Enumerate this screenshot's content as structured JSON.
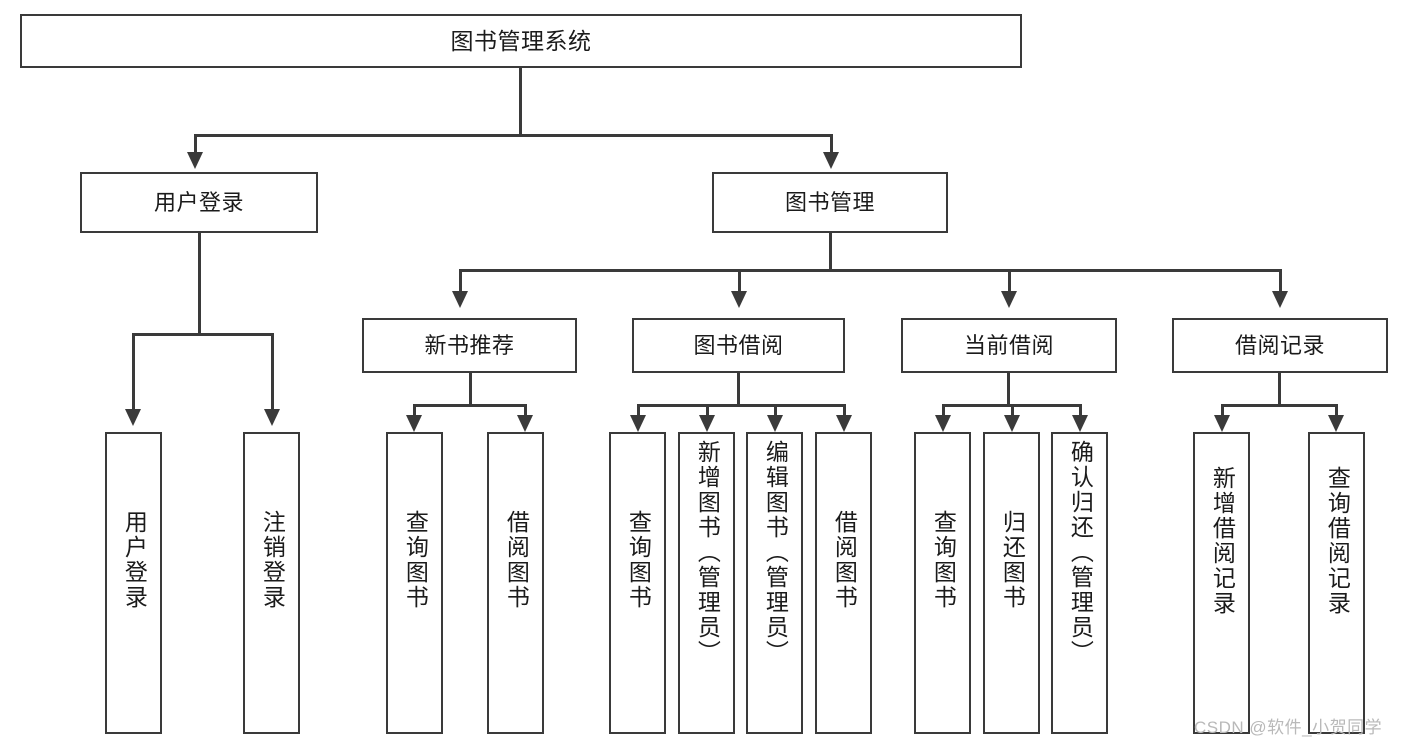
{
  "diagram": {
    "title": "图书管理系统",
    "root": {
      "label": "图书管理系统"
    },
    "level2": [
      {
        "label": "用户登录"
      },
      {
        "label": "图书管理"
      }
    ],
    "level3": [
      {
        "label": "新书推荐"
      },
      {
        "label": "图书借阅"
      },
      {
        "label": "当前借阅"
      },
      {
        "label": "借阅记录"
      }
    ],
    "leaves": {
      "user_login": [
        {
          "label": "用户登录"
        },
        {
          "label": "注销登录"
        }
      ],
      "new_book_recommend": [
        {
          "label": "查询图书"
        },
        {
          "label": "借阅图书"
        }
      ],
      "book_borrow": [
        {
          "label": "查询图书"
        },
        {
          "label": "新增图书（管理员）"
        },
        {
          "label": "编辑图书（管理员）"
        },
        {
          "label": "借阅图书"
        }
      ],
      "current_borrow": [
        {
          "label": "查询图书"
        },
        {
          "label": "归还图书"
        },
        {
          "label": "确认归还（管理员）"
        }
      ],
      "borrow_record": [
        {
          "label": "新增借阅记录"
        },
        {
          "label": "查询借阅记录"
        }
      ]
    }
  },
  "watermark": {
    "text": "CSDN @软件_小贺同学"
  },
  "colors": {
    "stroke": "#3a3a3a",
    "text": "#1b1b1b",
    "background": "#ffffff",
    "watermark": "#b9b9b9"
  }
}
